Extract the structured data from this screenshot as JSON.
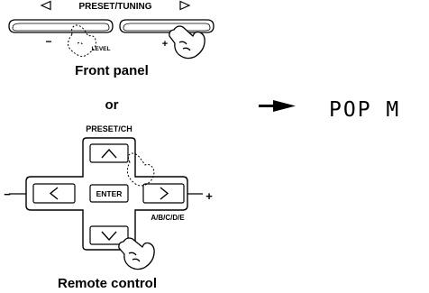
{
  "front_panel": {
    "header": "PRESET/TUNING",
    "level_label": "LEVEL",
    "minus_sign": "−",
    "plus_sign": "+",
    "caption": "Front panel"
  },
  "connector": "or",
  "remote": {
    "header": "PRESET/CH",
    "enter_label": "ENTER",
    "abcde_label": "A/B/C/D/E",
    "minus_sign": "−",
    "plus_sign": "+",
    "caption": "Remote control"
  },
  "display_text": "POP M",
  "icons": {
    "left_triangle": "triangle-left-outline",
    "right_triangle": "triangle-right-outline",
    "arrow": "arrow-right",
    "finger": "pointing-finger"
  }
}
